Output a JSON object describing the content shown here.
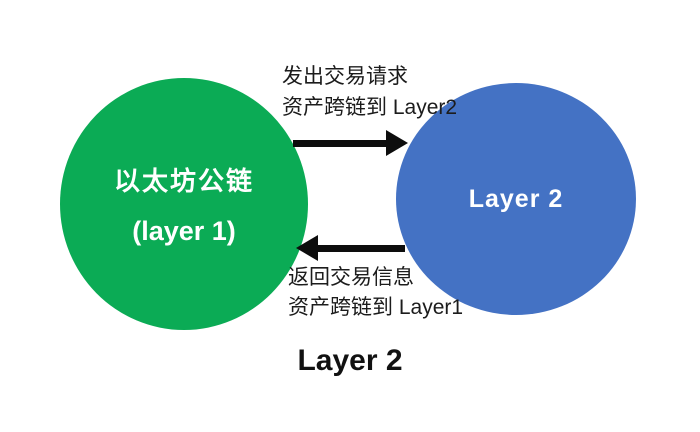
{
  "diagram": {
    "background_color": "#ffffff",
    "caption": "Layer 2",
    "nodes": {
      "layer1": {
        "label_line1": "以太坊公链",
        "label_line2": "(layer 1)",
        "shape": "ellipse",
        "fill_color": "#0BAB55",
        "text_color": "#ffffff"
      },
      "layer2": {
        "label": "Layer 2",
        "shape": "ellipse",
        "fill_color": "#4472C4",
        "text_color": "#ffffff"
      }
    },
    "arrows": {
      "forward": {
        "direction": "right",
        "from": "layer1",
        "to": "layer2",
        "color": "#0d0d0d",
        "label_line1": "发出交易请求",
        "label_line2": "资产跨链到 Layer2"
      },
      "return": {
        "direction": "left",
        "from": "layer2",
        "to": "layer1",
        "color": "#0d0d0d",
        "label_line1": "返回交易信息",
        "label_line2": "资产跨链到 Layer1"
      }
    }
  }
}
